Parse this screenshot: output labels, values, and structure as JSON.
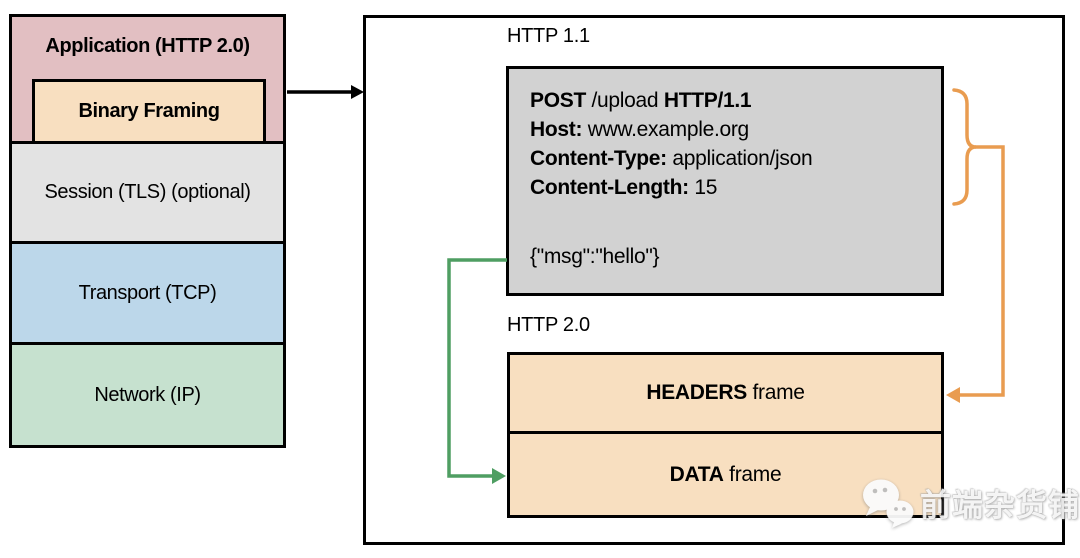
{
  "stack": {
    "top_label": "Application (HTTP 2.0)",
    "nested_label": "Binary Framing",
    "layers": [
      {
        "label": "Session (TLS) (optional)"
      },
      {
        "label": "Transport (TCP)"
      },
      {
        "label": "Network (IP)"
      }
    ]
  },
  "request_panel": {
    "label": "HTTP 1.1",
    "method": "POST",
    "path": " /upload ",
    "version": "HTTP/1.1",
    "host_key": "Host:",
    "host_val": " www.example.org",
    "content_type_key": "Content-Type:",
    "content_type_val": " application/json",
    "content_length_key": "Content-Length:",
    "content_length_val": " 15",
    "body": "{\"msg\":\"hello\"}"
  },
  "http2_panel": {
    "label": "HTTP 2.0",
    "frames": [
      {
        "name": "HEADERS",
        "suffix": " frame"
      },
      {
        "name": "DATA",
        "suffix": " frame"
      }
    ]
  },
  "watermark": {
    "icon": "wechat-icon",
    "text": "前端杂货铺"
  },
  "colors": {
    "application-pink": "#e2bfc2",
    "framing-peach": "#f8dfc0",
    "session-gray": "#e3e3e3",
    "transport-blue": "#bcd7ea",
    "network-green": "#c6e1cf",
    "request-gray": "#d2d2d2",
    "frame-peach": "#f8dfc0",
    "arrow-orange": "#e99c50",
    "arrow-green": "#4f9e62",
    "line-black": "#000000"
  }
}
